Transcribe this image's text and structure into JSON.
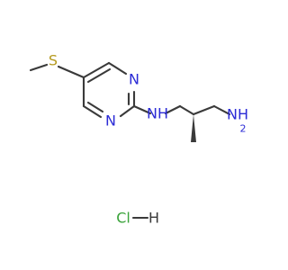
{
  "molecule": {
    "atoms": {
      "s": "S",
      "pyrimidine_n_top": "N",
      "pyrimidine_n_bottom": "N",
      "amine_n": "N",
      "amine_h": "H",
      "terminal_n": "N",
      "terminal_h": "H",
      "terminal_h2_sub": "2"
    },
    "salt": {
      "chloride": "Cl",
      "hydrogen": "H"
    },
    "colors": {
      "bond": "#3a3a3a",
      "nitrogen": "#2b2bd6",
      "sulfur": "#b59a1f",
      "chlorine": "#3aa33a",
      "hydrogen": "#3a3a3a",
      "background": "#ffffff"
    }
  }
}
